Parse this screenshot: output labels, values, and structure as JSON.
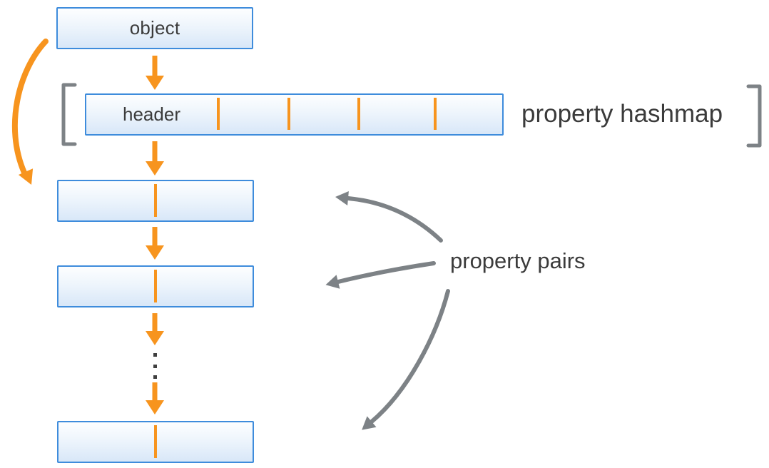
{
  "object_box": {
    "label": "object"
  },
  "hashmap": {
    "header_label": "header",
    "empty_slots": 4,
    "annotation": "property hashmap"
  },
  "property_pairs": {
    "annotation": "property pairs",
    "box_count": 3,
    "ellipsis": "⋮"
  },
  "colors": {
    "accent_orange": "#f7941e",
    "box_border_blue": "#3e8cdc",
    "box_fill_top": "#fdfeff",
    "box_fill_bottom": "#d8e7f8",
    "annotation_gray": "#7d8286",
    "text_dark": "#3b3b3b"
  }
}
